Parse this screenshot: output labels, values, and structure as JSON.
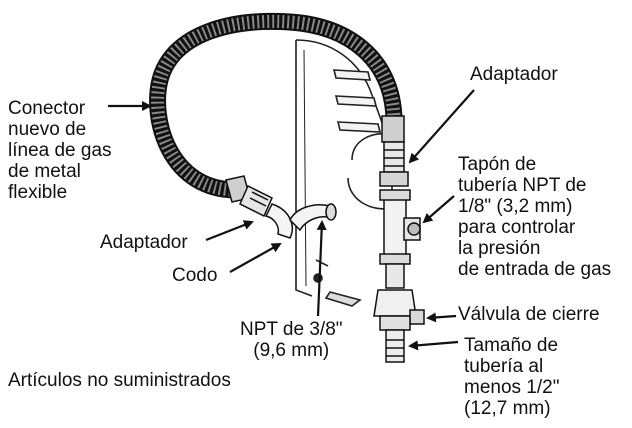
{
  "labels": {
    "connector": "Conector\nnuevo de\nlínea de gas\nde metal\nflexible",
    "adapter_top": "Adaptador",
    "adapter_left": "Adaptador",
    "elbow": "Codo",
    "plug": "Tapón de\ntubería NPT de\n1/8\" (3,2 mm)\npara controlar\nla presión\nde entrada de gas",
    "valve": "Válvula de cierre",
    "npt": "NPT de 3/8\"\n(9,6 mm)",
    "pipe_size": "Tamaño de\ntubería al\nmenos 1/2\"\n(12,7 mm)",
    "not_supplied": "Artículos no suministrados"
  },
  "colors": {
    "ink": "#111111",
    "hose": "#1a1a1a",
    "hose_highlight": "#9a9a9a"
  }
}
